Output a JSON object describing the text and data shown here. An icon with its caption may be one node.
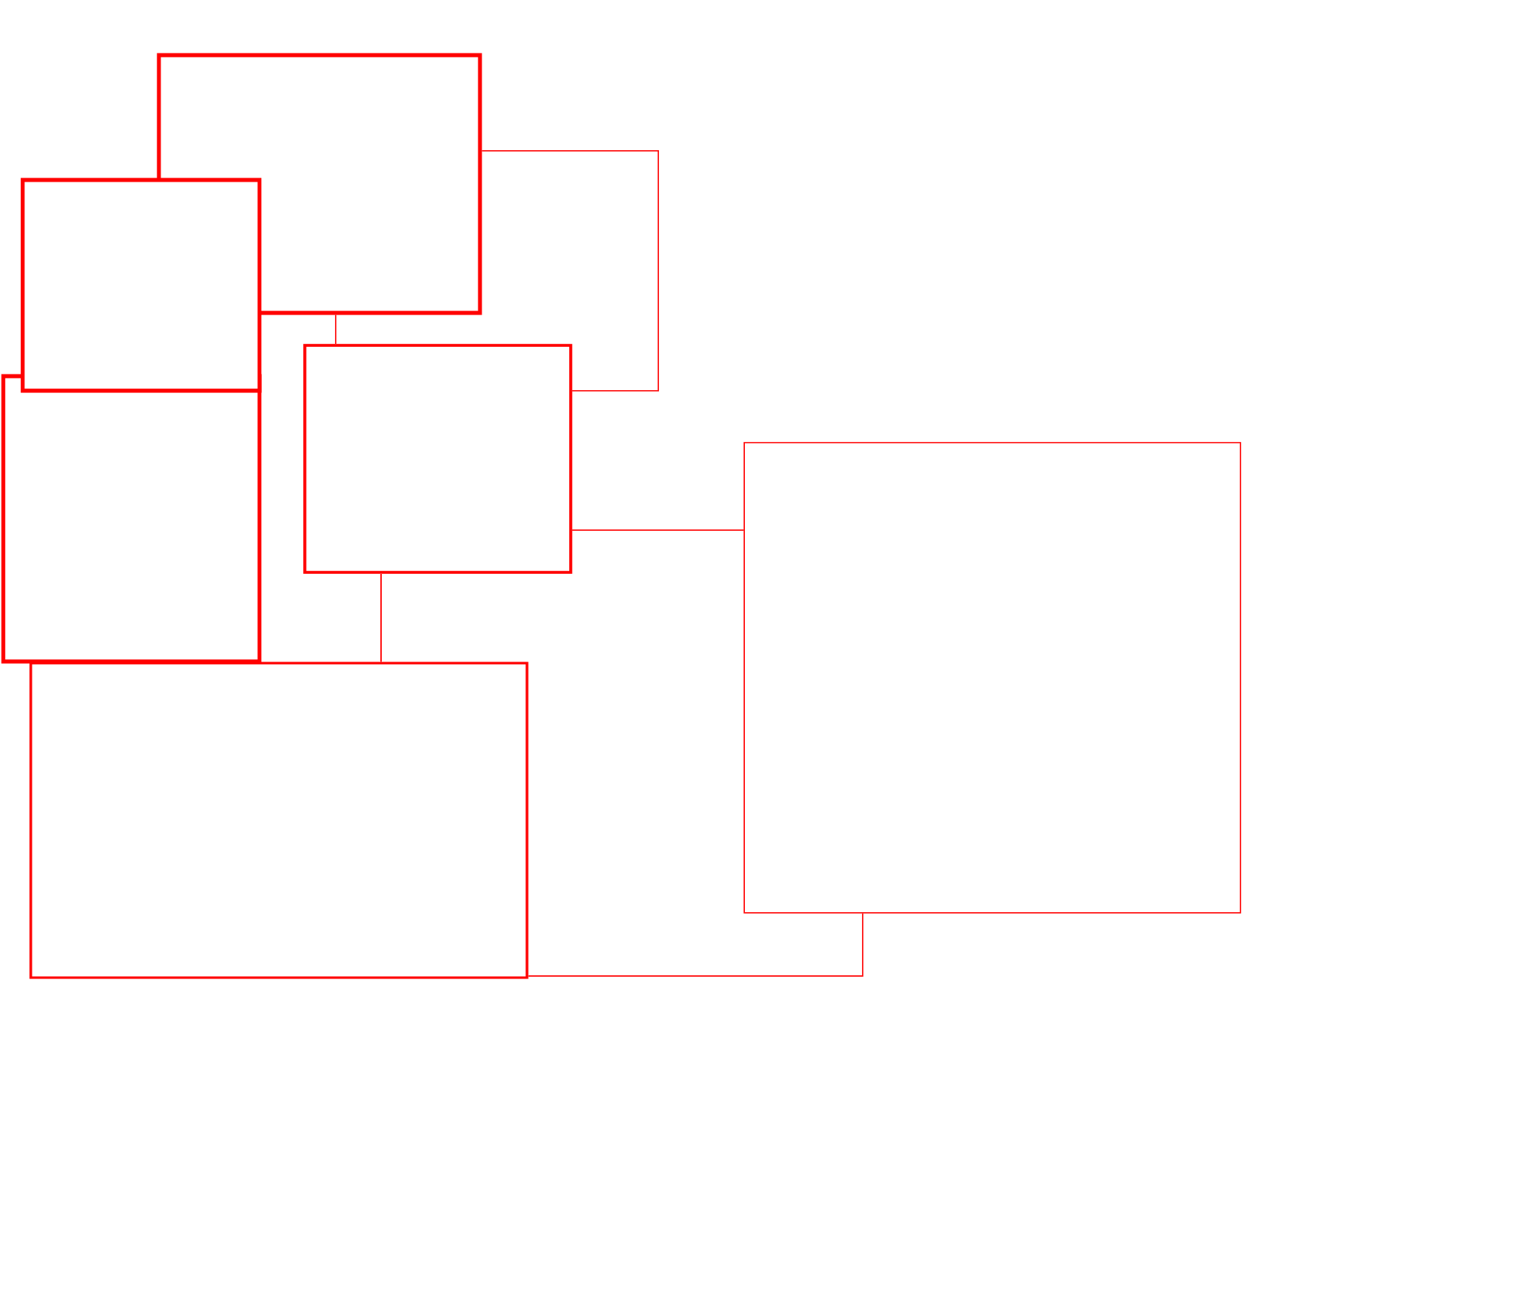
{
  "diagram": {
    "nodes": [
      {
        "text": [],
        "shape": "box"
      },
      {
        "text": [],
        "shape": "box"
      },
      {
        "text": [],
        "shape": "box"
      },
      {
        "text": [],
        "shape": "box"
      },
      {
        "text": [],
        "shape": "box"
      },
      {
        "text": [],
        "shape": "box"
      }
    ],
    "edges": [
      {
        "from": 0,
        "to": 2,
        "arrow": "none"
      },
      {
        "from": 0,
        "to": 2,
        "arrow": "none"
      },
      {
        "from": 2,
        "to": 4,
        "arrow": "none"
      },
      {
        "from": 2,
        "to": 5,
        "arrow": "none"
      },
      {
        "from": 5,
        "to": 4,
        "arrow": "none"
      }
    ]
  }
}
